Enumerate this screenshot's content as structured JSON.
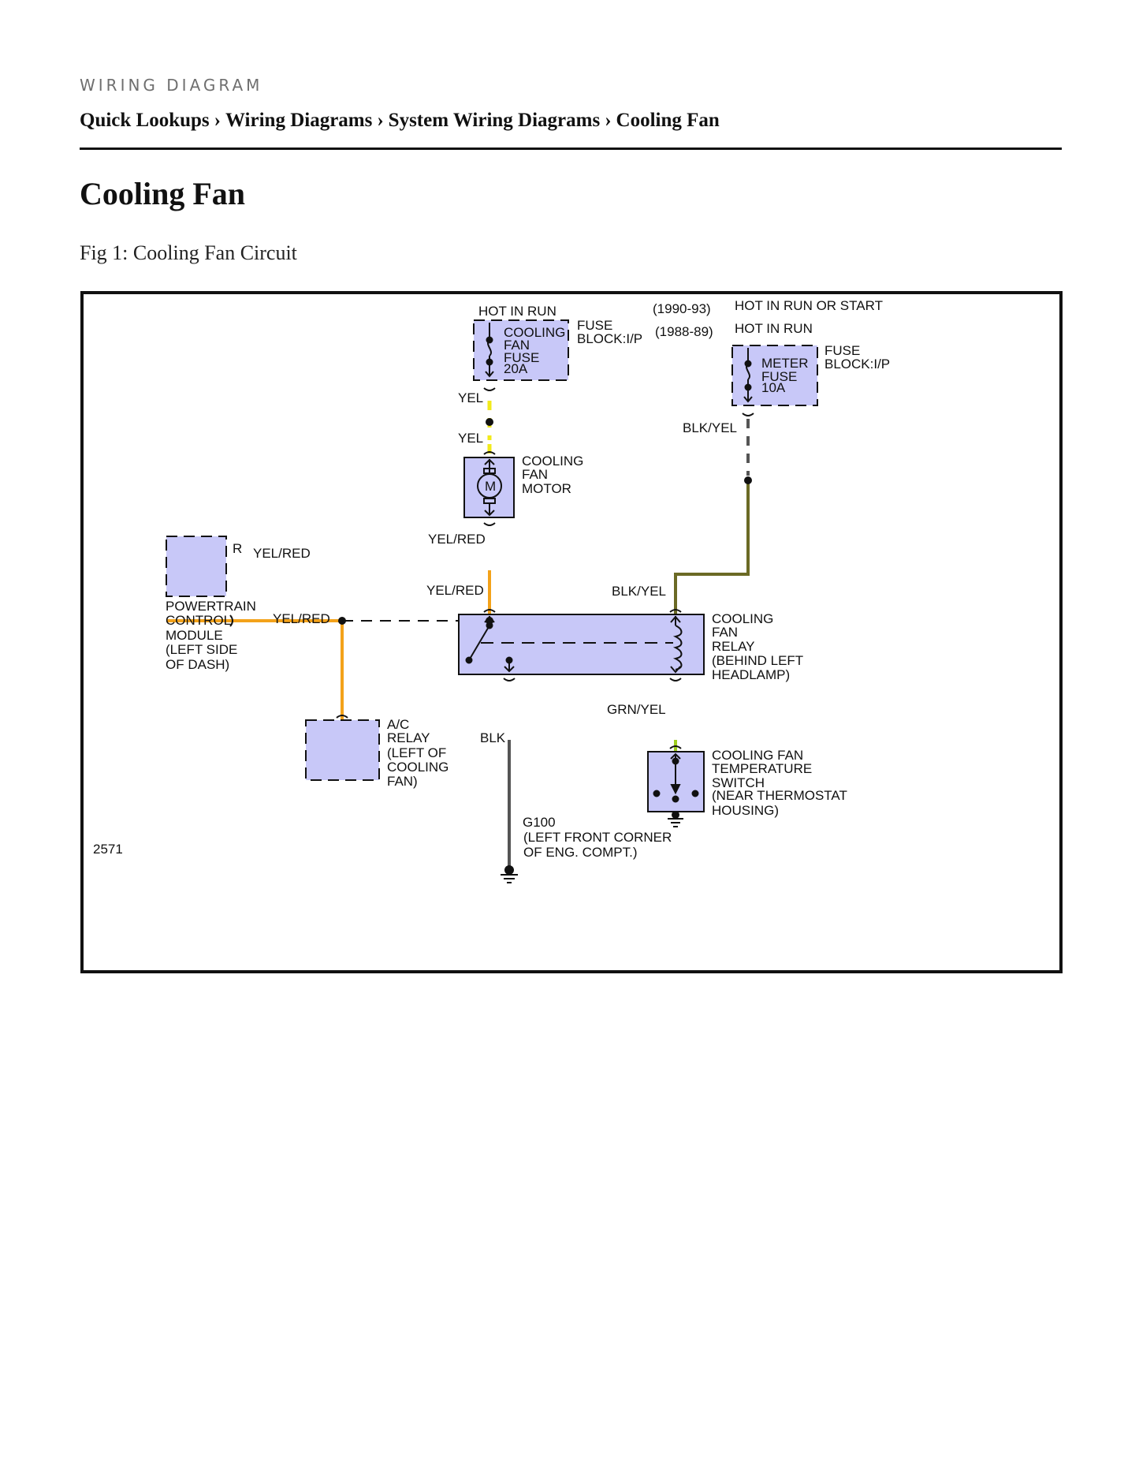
{
  "header": {
    "eyebrow": "WIRING DIAGRAM",
    "breadcrumb": [
      "Quick Lookups",
      "Wiring Diagrams",
      "System Wiring Diagrams",
      "Cooling Fan"
    ],
    "separator": "›"
  },
  "page_title": "Cooling Fan",
  "figure_caption": "Fig 1: Cooling Fan Circuit",
  "diagram": {
    "figure_number": "2571",
    "colors": {
      "component_fill": "#c8c8f8",
      "yel": "#f2ea1a",
      "yel_red": "#f3a21a",
      "blk": "#555555",
      "blk_yel": "#6b6a25",
      "grn_yel": "#9fcf1f"
    },
    "labels": {
      "hot_in_run": "HOT IN RUN",
      "fuse_block_1": [
        "FUSE",
        "BLOCK:I/P"
      ],
      "cooling_fan_fuse": [
        "COOLING",
        "FAN",
        "FUSE",
        "20A"
      ],
      "year_1990": "(1990-93)",
      "year_1988": "(1988-89)",
      "hot_in_run_or_start": "HOT IN RUN OR START",
      "hot_in_run_2": "HOT IN RUN",
      "fuse_block_2": [
        "FUSE",
        "BLOCK:I/P"
      ],
      "meter_fuse": [
        "METER",
        "FUSE",
        "10A"
      ],
      "yel_1": "YEL",
      "yel_2": "YEL",
      "blk_yel_1": "BLK/YEL",
      "fan_motor": [
        "COOLING",
        "FAN",
        "MOTOR"
      ],
      "motor_symbol": "M",
      "yel_red_1": "YEL/RED",
      "yel_red_2": "YEL/RED",
      "yel_red_3": "YEL/RED",
      "yel_red_4": "YEL/RED",
      "pcm_pin": "R",
      "pcm": [
        "POWERTRAIN",
        "CONTROL",
        "MODULE",
        "(LEFT SIDE",
        "OF DASH)"
      ],
      "blk_yel_2": "BLK/YEL",
      "fan_relay": [
        "COOLING",
        "FAN",
        "RELAY",
        "(BEHIND LEFT",
        "HEADLAMP)"
      ],
      "grn_yel": "GRN/YEL",
      "ac_relay": [
        "A/C",
        "RELAY",
        "(LEFT OF",
        "COOLING",
        "FAN)"
      ],
      "blk": "BLK",
      "temp_switch": [
        "COOLING FAN",
        "TEMPERATURE",
        "SWITCH",
        "(NEAR THERMOSTAT",
        "HOUSING)"
      ],
      "ground": [
        "G100",
        "(LEFT FRONT CORNER",
        "OF ENG. COMPT.)"
      ]
    }
  }
}
